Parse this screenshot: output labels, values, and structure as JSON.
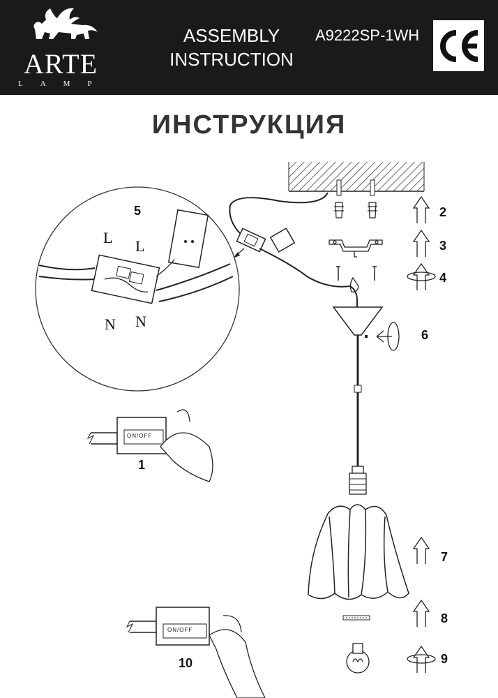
{
  "header": {
    "brand": "ARTE",
    "brand_sub": "LAMP",
    "title_line1": "ASSEMBLY",
    "title_line2": "INSTRUCTION",
    "model": "A9222SP-1WH",
    "cert_mark": "CE"
  },
  "title": "ИНСТРУКЦИЯ",
  "steps": {
    "s1": "1",
    "s2": "2",
    "s3": "3",
    "s4": "4",
    "s5": "5",
    "s6": "6",
    "s7": "7",
    "s8": "8",
    "s9": "9",
    "s10": "10"
  },
  "wire_labels": {
    "live_1": "L",
    "live_2": "L",
    "neutral_1": "N",
    "neutral_2": "N"
  },
  "terminal_text": "ON/OFF"
}
